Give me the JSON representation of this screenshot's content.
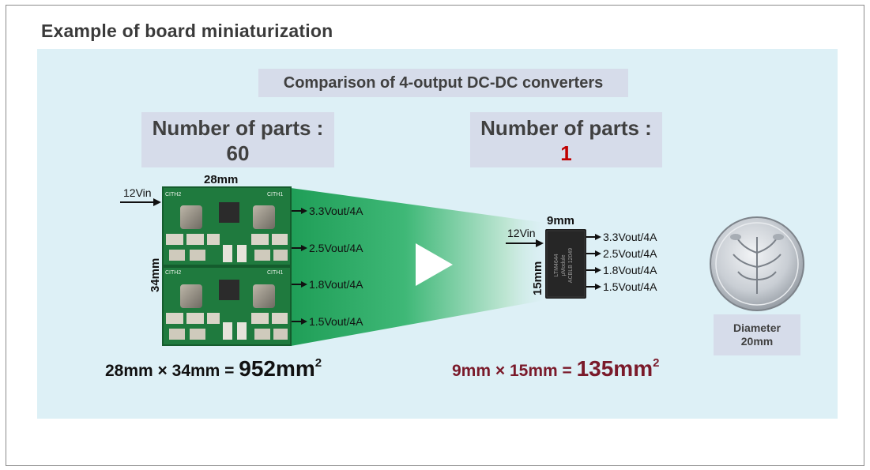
{
  "page_title": "Example of board miniaturization",
  "comparison_title": "Comparison of 4-output DC-DC converters",
  "left": {
    "parts_label": "Number of parts :",
    "parts_count": "60",
    "width_dim": "28mm",
    "height_dim": "34mm",
    "input": "12Vin",
    "outputs": [
      "3.3Vout/4A",
      "2.5Vout/4A",
      "1.8Vout/4A",
      "1.5Vout/4A"
    ],
    "silk_labels": [
      "CITH2",
      "CITH1",
      "CITH2",
      "CITH1"
    ],
    "area_eq": "28mm × 34mm = ",
    "area_value": "952mm",
    "area_sup": "2"
  },
  "right": {
    "parts_label": "Number of parts :",
    "parts_count": "1",
    "width_dim": "9mm",
    "height_dim": "15mm",
    "input": "12Vin",
    "outputs": [
      "3.3Vout/4A",
      "2.5Vout/4A",
      "1.8Vout/4A",
      "1.5Vout/4A"
    ],
    "chip_marking": [
      "LTM4644",
      "μModule",
      "ACBLB 12049"
    ],
    "area_eq": "9mm × 15mm = ",
    "area_value": "135mm",
    "area_sup": "2"
  },
  "coin": {
    "label_line1": "Diameter",
    "label_line2": "20mm"
  },
  "colors": {
    "panel": "#ddf0f6",
    "label_box": "#d6dcea",
    "accent_red": "#c00000",
    "beam_green": "#1fa85a",
    "dark_red": "#7a1a2a"
  }
}
